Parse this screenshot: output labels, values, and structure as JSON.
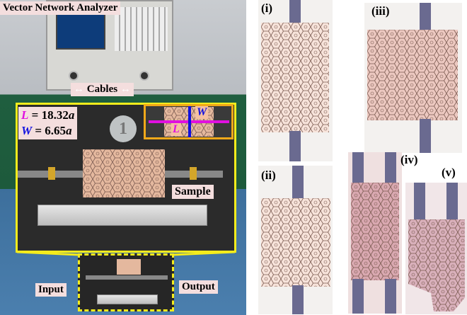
{
  "left_panel": {
    "vna_label": "Vector Network Analyzer",
    "cables_label": "Cables",
    "length_label": {
      "symbol": "L",
      "text": " = 18.32",
      "unit": "a"
    },
    "width_label": {
      "symbol": "W",
      "text": " = 6.65",
      "unit": "a"
    },
    "inset": {
      "l": "L",
      "w": "W"
    },
    "sample_label": "Sample",
    "input_label": "Input",
    "output_label": "Output",
    "coin_text": "1"
  },
  "right_panel": {
    "samples": [
      "(i)",
      "(ii)",
      "(iii)",
      "(iv)",
      "(v)"
    ]
  },
  "colors": {
    "highlight": "#f5ec1c",
    "inset_border": "#f0a81a",
    "l_color": "#e010e0",
    "w_color": "#1010e0",
    "board": "#e4b89e"
  }
}
